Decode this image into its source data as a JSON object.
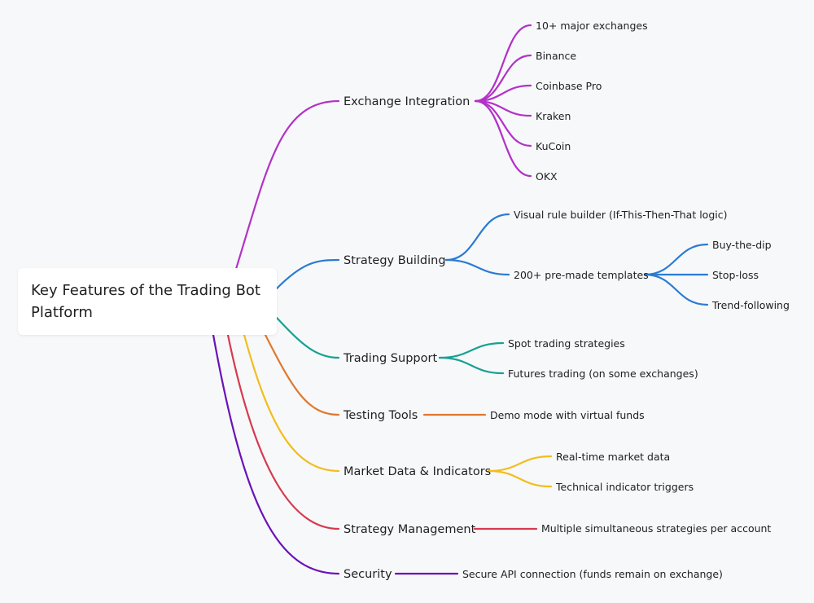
{
  "root": {
    "title": "Key Features of the Trading Bot Platform"
  },
  "branches": [
    {
      "id": "exchange",
      "label": "Exchange Integration",
      "color": "#b332c6",
      "children": [
        {
          "label": "10+ major exchanges"
        },
        {
          "label": "Binance"
        },
        {
          "label": "Coinbase Pro"
        },
        {
          "label": "Kraken"
        },
        {
          "label": "KuCoin"
        },
        {
          "label": "OKX"
        }
      ]
    },
    {
      "id": "strategy-building",
      "label": "Strategy Building",
      "color": "#2b7bd1",
      "children": [
        {
          "label": "Visual rule builder (If-This-Then-That logic)"
        },
        {
          "label": "200+ pre-made templates",
          "children": [
            {
              "label": "Buy-the-dip"
            },
            {
              "label": "Stop-loss"
            },
            {
              "label": "Trend-following"
            }
          ]
        }
      ]
    },
    {
      "id": "trading-support",
      "label": "Trading Support",
      "color": "#17a191",
      "children": [
        {
          "label": "Spot trading strategies"
        },
        {
          "label": "Futures trading (on some exchanges)"
        }
      ]
    },
    {
      "id": "testing-tools",
      "label": "Testing Tools",
      "color": "#e0782f",
      "children": [
        {
          "label": "Demo mode with virtual funds"
        }
      ]
    },
    {
      "id": "market-data",
      "label": "Market Data & Indicators",
      "color": "#f2bd1d",
      "children": [
        {
          "label": "Real-time market data"
        },
        {
          "label": "Technical indicator triggers"
        }
      ]
    },
    {
      "id": "strategy-management",
      "label": "Strategy Management",
      "color": "#d63a4f",
      "children": [
        {
          "label": "Multiple simultaneous strategies per account"
        }
      ]
    },
    {
      "id": "security",
      "label": "Security",
      "color": "#6a12b8",
      "children": [
        {
          "label": "Secure API connection (funds remain on exchange)"
        }
      ]
    }
  ]
}
